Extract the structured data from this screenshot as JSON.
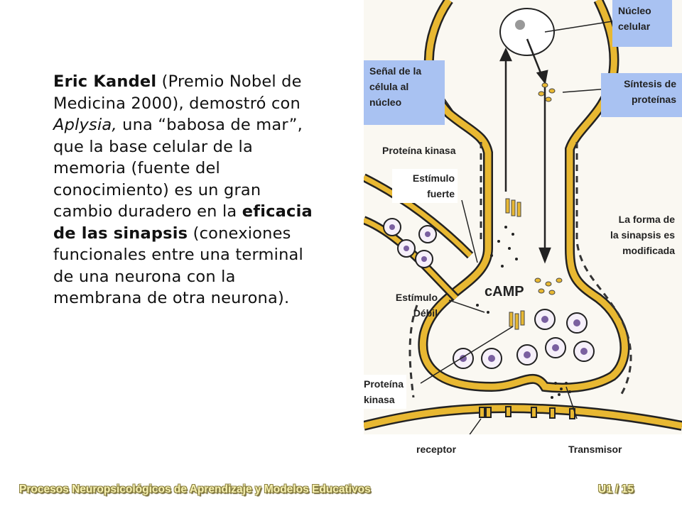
{
  "intro": {
    "name": "Eric Kandel",
    "t1": " (Premio Nobel de Medicina 2000), demostró con ",
    "species": "Aplysia,",
    "t2": " una “babosa de mar”, que la base celular de la memoria (fuente del conocimiento) es un gran cambio duradero en la ",
    "bold2": "eficacia de las sinapsis",
    "t3": " (conexiones funcionales entre una terminal de una neurona con la membrana de otra neurona)."
  },
  "diagram": {
    "labels": {
      "nucleo_1": "Núcleo",
      "nucleo_2": "celular",
      "senal_1": "Señal de la",
      "senal_2": "célula al",
      "senal_3": "núcleo",
      "sintesis_1": "Síntesis de",
      "sintesis_2": "proteínas",
      "proteina_kinasa_top": "Proteína kinasa",
      "estimulo_fuerte_1": "Estímulo",
      "estimulo_fuerte_2": "fuerte",
      "forma_1": "La forma de",
      "forma_2": "la sinapsis es",
      "forma_3": "modificada",
      "camp": "cAMP",
      "estimulo_debil_1": "Estímulo",
      "estimulo_debil_2": "Débil",
      "proteina_kinasa_bottom_1": "Proteína",
      "proteina_kinasa_bottom_2": "kinasa",
      "receptor": "receptor",
      "transmisor": "Transmisor"
    },
    "colors": {
      "membrane": "#e8b832",
      "label_box": "#a9c2f2",
      "outline": "#222222"
    }
  },
  "footer": {
    "title": "Procesos Neuropsicológicos de Aprendizaje y Modelos Educativos",
    "page": "U1 / 15"
  }
}
